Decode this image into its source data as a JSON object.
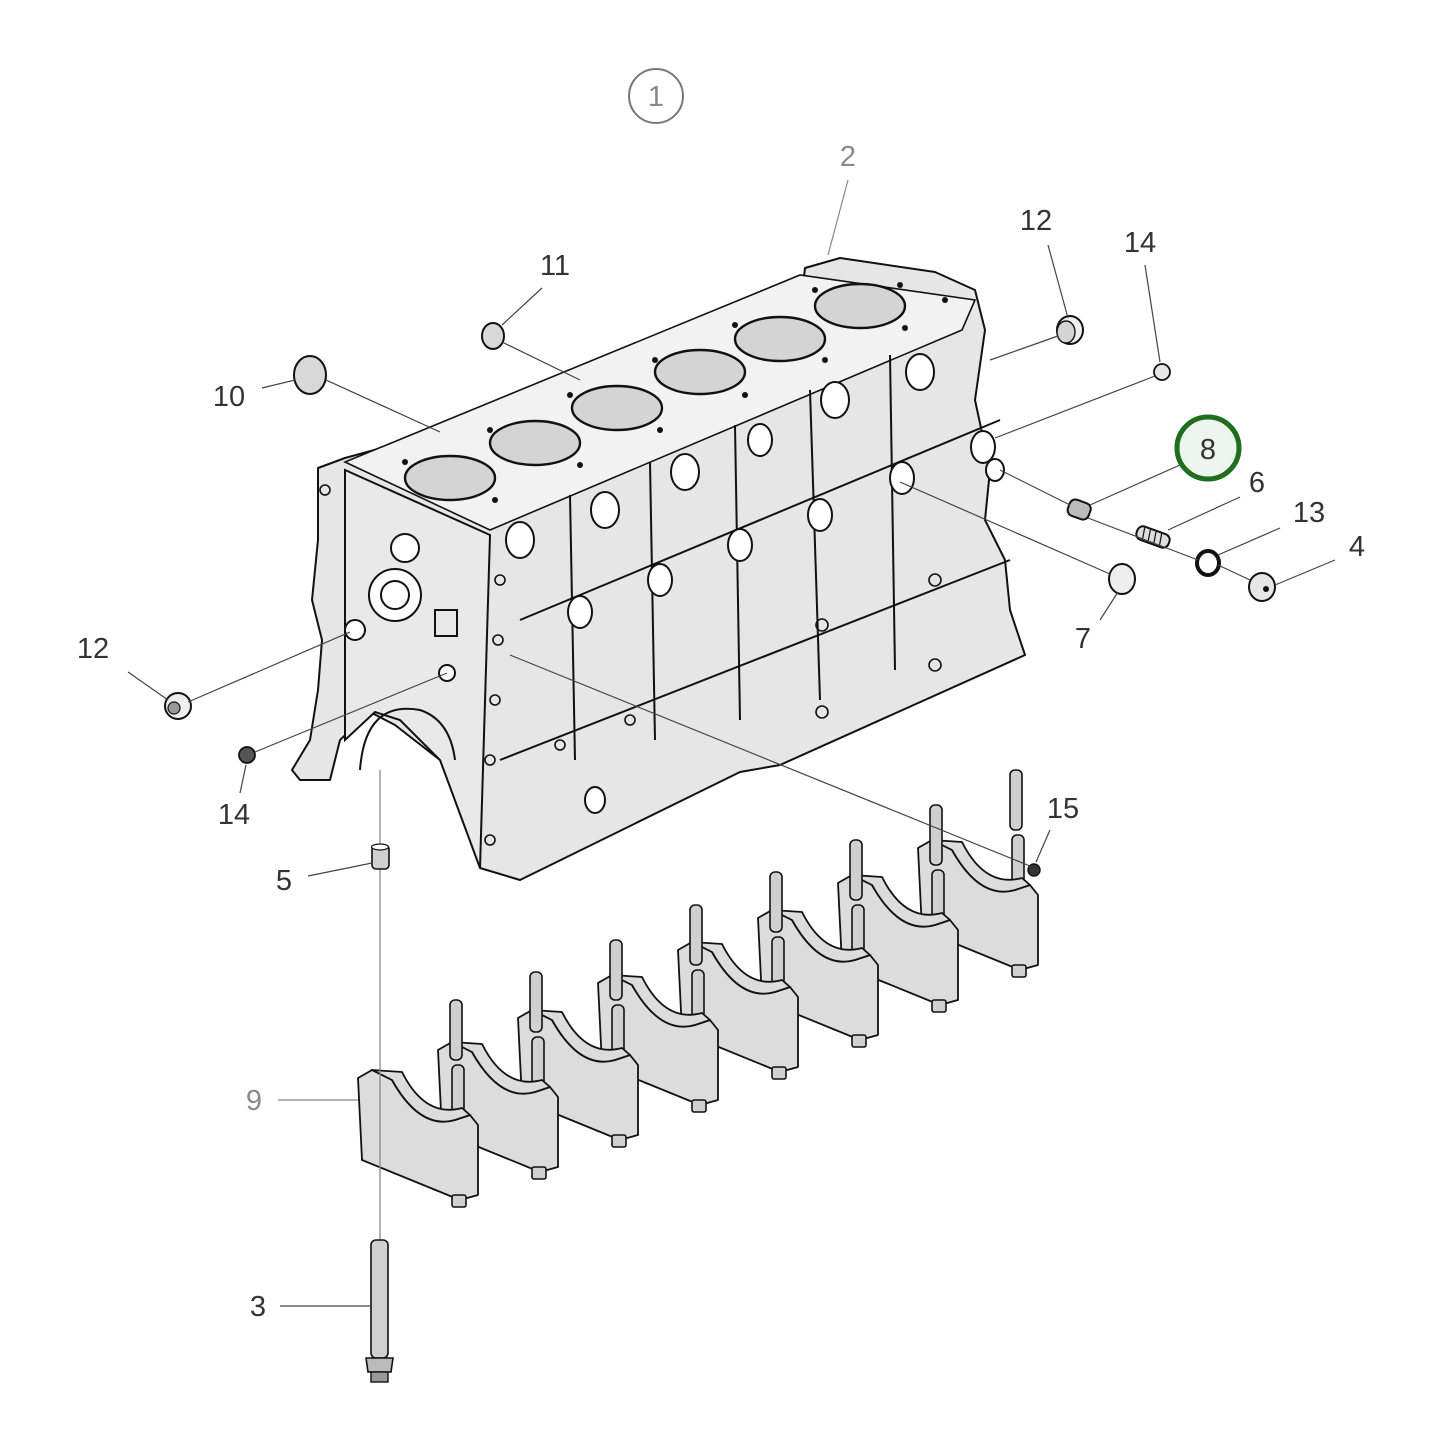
{
  "diagram": {
    "title_callout": {
      "label": "1",
      "shape": "circle-outline",
      "color": "#7a7a7a"
    },
    "highlight": {
      "label": "8",
      "stroke_color": "#1e6e1e",
      "fill_color": "#e8f1e8"
    },
    "callouts": [
      {
        "id": "2",
        "label": "2",
        "part": "cylinder-block",
        "style": "light"
      },
      {
        "id": "3",
        "label": "3",
        "part": "main-bearing-bolt",
        "style": "normal"
      },
      {
        "id": "4",
        "label": "4",
        "part": "plug",
        "style": "normal"
      },
      {
        "id": "5",
        "label": "5",
        "part": "dowel-sleeve",
        "style": "normal"
      },
      {
        "id": "6",
        "label": "6",
        "part": "spring",
        "style": "normal"
      },
      {
        "id": "7",
        "label": "7",
        "part": "expansion-plug",
        "style": "normal"
      },
      {
        "id": "8",
        "label": "8",
        "part": "valve-piston",
        "style": "highlighted"
      },
      {
        "id": "9",
        "label": "9",
        "part": "main-bearing-cap",
        "style": "light"
      },
      {
        "id": "10",
        "label": "10",
        "part": "core-plug-large",
        "style": "normal"
      },
      {
        "id": "11",
        "label": "11",
        "part": "core-plug-small",
        "style": "normal"
      },
      {
        "id": "12a",
        "label": "12",
        "part": "screw-plug-rear",
        "style": "normal"
      },
      {
        "id": "12b",
        "label": "12",
        "part": "screw-plug-front",
        "style": "normal"
      },
      {
        "id": "13",
        "label": "13",
        "part": "sealing-ring",
        "style": "normal"
      },
      {
        "id": "14a",
        "label": "14",
        "part": "plug-rear",
        "style": "normal"
      },
      {
        "id": "14b",
        "label": "14",
        "part": "plug-front",
        "style": "normal"
      },
      {
        "id": "15",
        "label": "15",
        "part": "ball-plug",
        "style": "normal"
      }
    ],
    "colors": {
      "label_text": "#333333",
      "label_text_light": "#8a8a8a",
      "part_fill": "#e6e6e6",
      "outline": "#111111",
      "highlight_green": "#1e6e1e"
    }
  }
}
